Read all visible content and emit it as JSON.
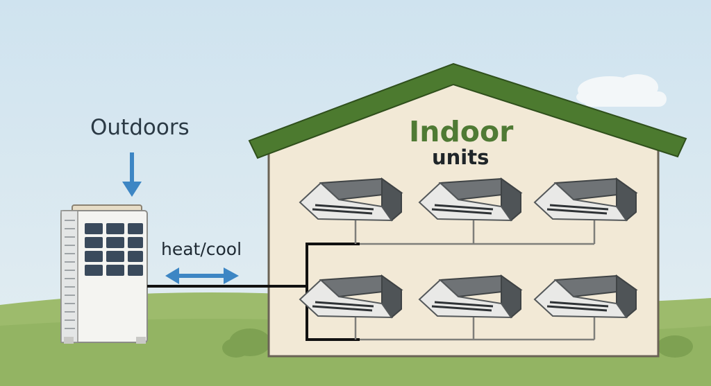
{
  "labels": {
    "outdoors": "Outdoors",
    "heat_cool": "heat/cool",
    "indoor_title": "Indoor",
    "indoor_subtitle": "units"
  },
  "indoor_unit_count": 6,
  "colors": {
    "sky": "#d5e6f0",
    "grass": "#9dbb6c",
    "roof": "#4c7a2f",
    "wall": "#f2e9d6",
    "arrow": "#3d86c4",
    "pipe": "#111111"
  }
}
